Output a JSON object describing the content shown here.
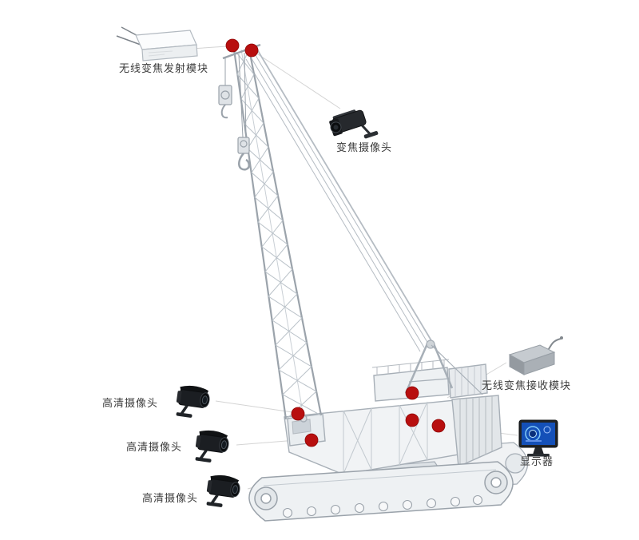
{
  "diagram": {
    "marker_color": "#b80f0f",
    "marker_edge_color": "#8f0606",
    "monitor_screen_color": "#1450b8",
    "labels": {
      "wireless_tx_module": "无线变焦发射模块",
      "zoom_camera": "变焦摄像头",
      "wireless_rx_module": "无线变焦接收模块",
      "monitor": "显示器",
      "hd_camera_1": "高清摄像头",
      "hd_camera_2": "高清摄像头",
      "hd_camera_3": "高清摄像头"
    }
  }
}
